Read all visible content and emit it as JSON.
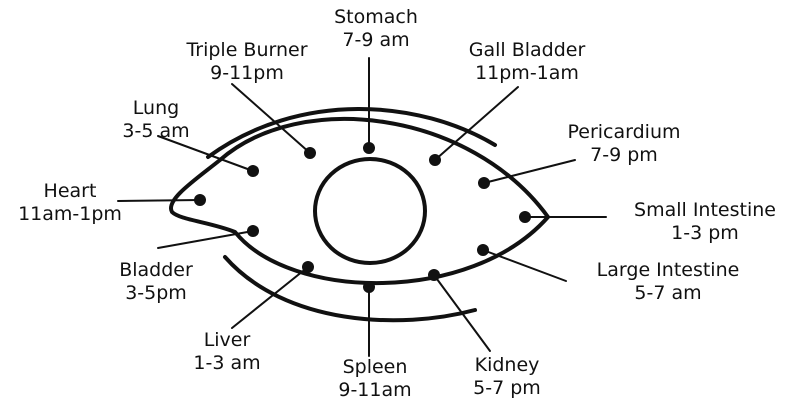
{
  "organs": {
    "stomach": {
      "name": "Stomach",
      "time": "7-9 am"
    },
    "triple_burner": {
      "name": "Triple Burner",
      "time": "9-11pm"
    },
    "gall_bladder": {
      "name": "Gall Bladder",
      "time": "11pm-1am"
    },
    "lung": {
      "name": "Lung",
      "time": "3-5 am"
    },
    "pericardium": {
      "name": "Pericardium",
      "time": "7-9 pm"
    },
    "heart": {
      "name": "Heart",
      "time": "11am-1pm"
    },
    "small_intestine": {
      "name": "Small Intestine",
      "time": "1-3 pm"
    },
    "bladder": {
      "name": "Bladder",
      "time": "3-5pm"
    },
    "large_intestine": {
      "name": "Large Intestine",
      "time": "5-7 am"
    },
    "liver": {
      "name": "Liver",
      "time": "1-3 am"
    },
    "spleen": {
      "name": "Spleen",
      "time": "9-11am"
    },
    "kidney": {
      "name": "Kidney",
      "time": "5-7 pm"
    }
  },
  "colors": {
    "ink": "#111111",
    "background": "#ffffff"
  }
}
